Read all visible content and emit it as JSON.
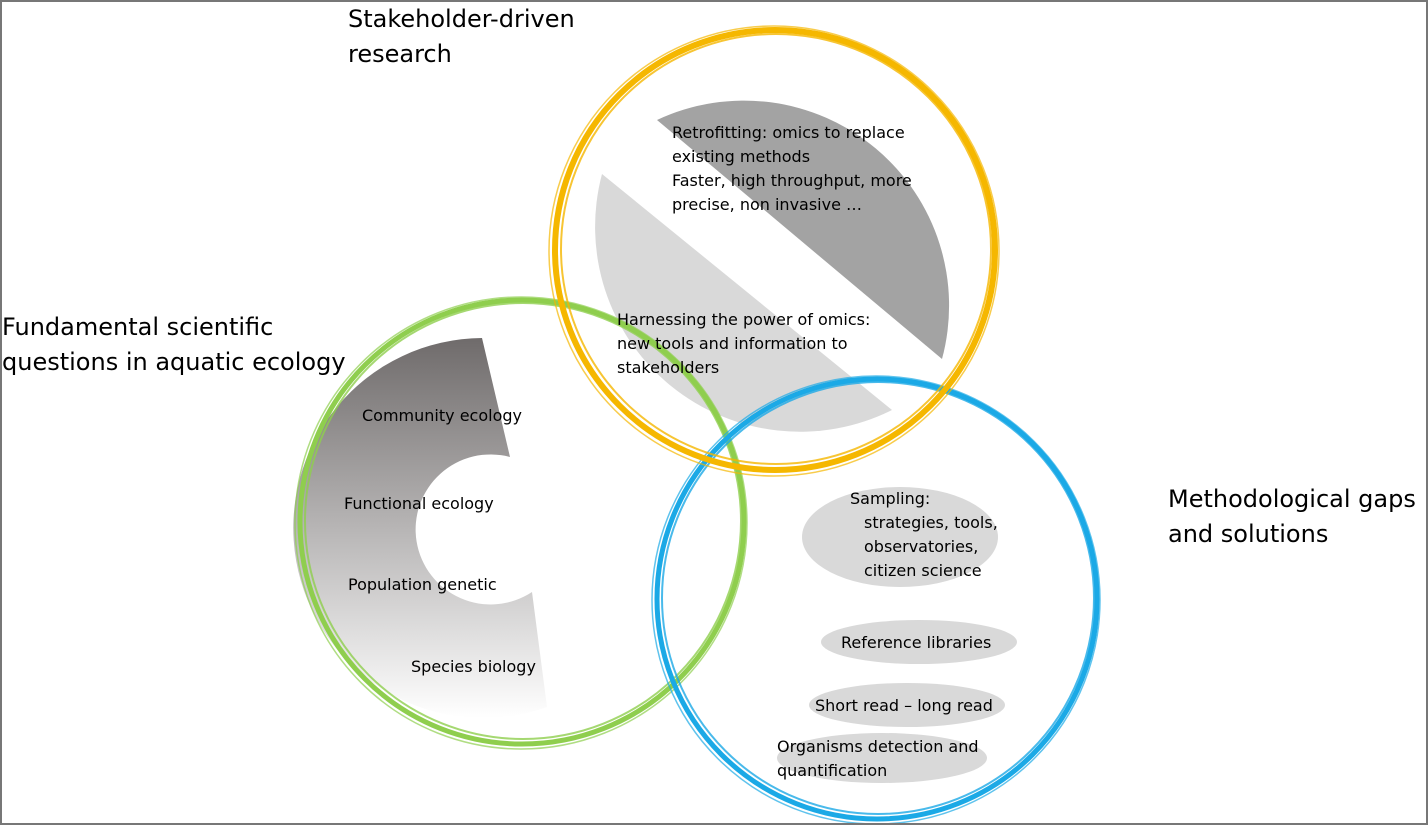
{
  "circles": {
    "stakeholder": {
      "title_line1": "Stakeholder-driven",
      "title_line2": "research",
      "ring_color": "#f5b700",
      "retrofitting": {
        "line1": "Retrofitting: omics to replace",
        "line2": "existing methods",
        "line3": "Faster, high throughput, more",
        "line4": "precise, non invasive …",
        "fill": "#a3a3a3"
      },
      "harnessing": {
        "line1": "Harnessing the power of omics:",
        "line2": "new tools and information to",
        "line3": "stakeholders",
        "fill": "#d9d9d9"
      }
    },
    "fundamental": {
      "title_line1": "Fundamental scientific",
      "title_line2": "questions in aquatic ecology",
      "ring_color": "#8fce4e",
      "gradient_top": "#6f6b6b",
      "gradient_bottom": "#ffffff",
      "items": [
        "Community ecology",
        "Functional ecology",
        "Population genetic",
        "Species biology"
      ]
    },
    "methodological": {
      "title_line1": "Methodological gaps",
      "title_line2": "and solutions",
      "ring_color": "#1ba9e6",
      "bubble_fill": "#d9d9d9",
      "sampling": {
        "line1": "Sampling:",
        "line2": "strategies, tools,",
        "line3": "observatories,",
        "line4": "citizen science"
      },
      "reference": "Reference libraries",
      "reads": "Short read – long read",
      "detection": {
        "line1": "Organisms detection and",
        "line2": "quantification"
      }
    }
  }
}
